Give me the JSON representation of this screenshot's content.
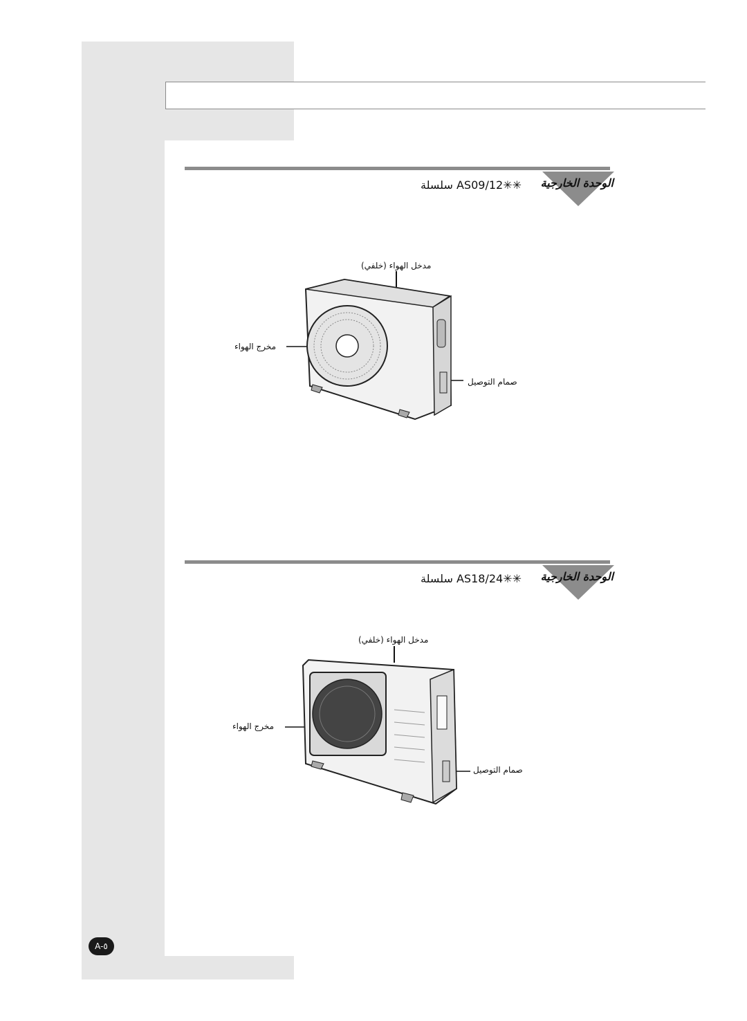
{
  "sections": [
    {
      "heading": "الوحدة الخارجية",
      "series": "سلسلة AS09/12✳✳",
      "labels": {
        "air_inlet": "مدخل الهواء (خلفي)",
        "air_outlet": "مخرج الهواء",
        "service_valve": "صمام التوصيل"
      }
    },
    {
      "heading": "الوحدة الخارجية",
      "series": "سلسلة AS18/24✳✳",
      "labels": {
        "air_inlet": "مدخل الهواء (خلفي)",
        "air_outlet": "مخرج الهواء",
        "service_valve": "صمام التوصيل"
      }
    }
  ],
  "page_number": "A-٥"
}
